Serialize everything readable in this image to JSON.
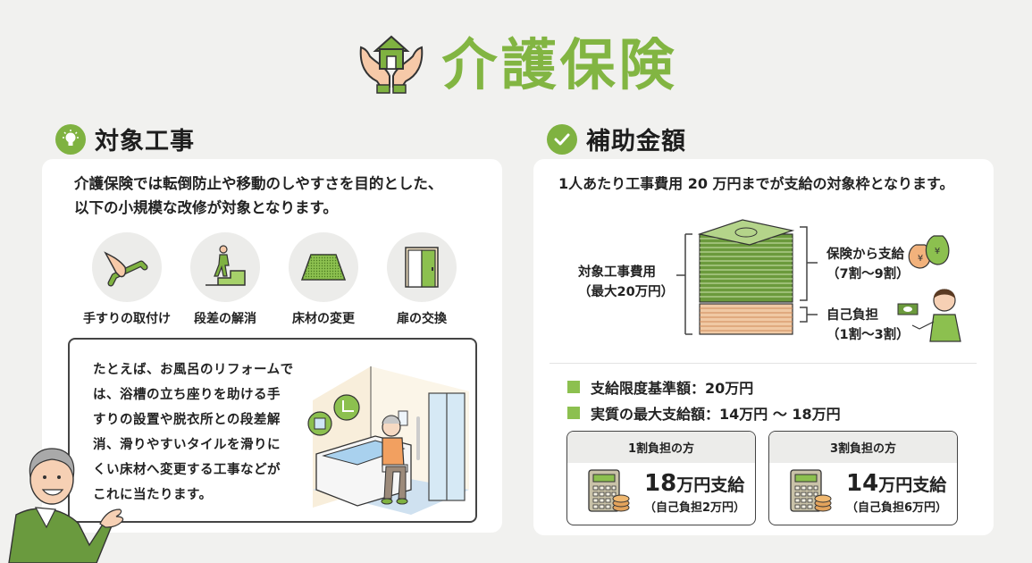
{
  "header": {
    "title": "介護保険",
    "icon": "hands-house-icon"
  },
  "left_section": {
    "heading": "対象工事",
    "icon": "lightbulb-icon",
    "intro_lines": [
      "介護保険では転倒防止や移動のしやすさを目的とした、",
      "以下の小規模な改修が対象となります。"
    ],
    "works": [
      {
        "label": "手すりの取付け",
        "icon": "handrail-icon"
      },
      {
        "label": "段差の解消",
        "icon": "stairs-icon"
      },
      {
        "label": "床材の変更",
        "icon": "flooring-icon"
      },
      {
        "label": "扉の交換",
        "icon": "door-icon"
      }
    ],
    "example_lines": [
      "たとえば、お風呂のリフォームで",
      "は、浴槽の立ち座りを助ける手",
      "すりの設置や脱衣所との段差解",
      "消、滑りやすいタイルを滑りに",
      "くい床材へ変更する工事などが",
      "これに当たります。"
    ]
  },
  "right_section": {
    "heading": "補助金額",
    "icon": "check-circle-icon",
    "lead": "1人あたり工事費用 20 万円までが支給の対象枠となります。",
    "diagram": {
      "total_label_1": "対象工事費用",
      "total_label_2": "（最大20万円）",
      "insurance_label_1": "保険から支給",
      "insurance_label_2": "（7割〜9割）",
      "self_label_1": "自己負担",
      "self_label_2": "（1割〜3割）"
    },
    "bullets": [
      "支給限度基準額：20万円",
      "実質の最大支給額：14万円 〜 18万円"
    ],
    "plans": [
      {
        "header": "1割負担の方",
        "amount": "18",
        "amount_unit": "万円支給",
        "sub": "（自己負担2万円）"
      },
      {
        "header": "3割負担の方",
        "amount": "14",
        "amount_unit": "万円支給",
        "sub": "（自己負担6万円）"
      }
    ]
  },
  "colors": {
    "accent_green": "#82b542",
    "background": "#f1f1ef",
    "card": "#ffffff"
  }
}
